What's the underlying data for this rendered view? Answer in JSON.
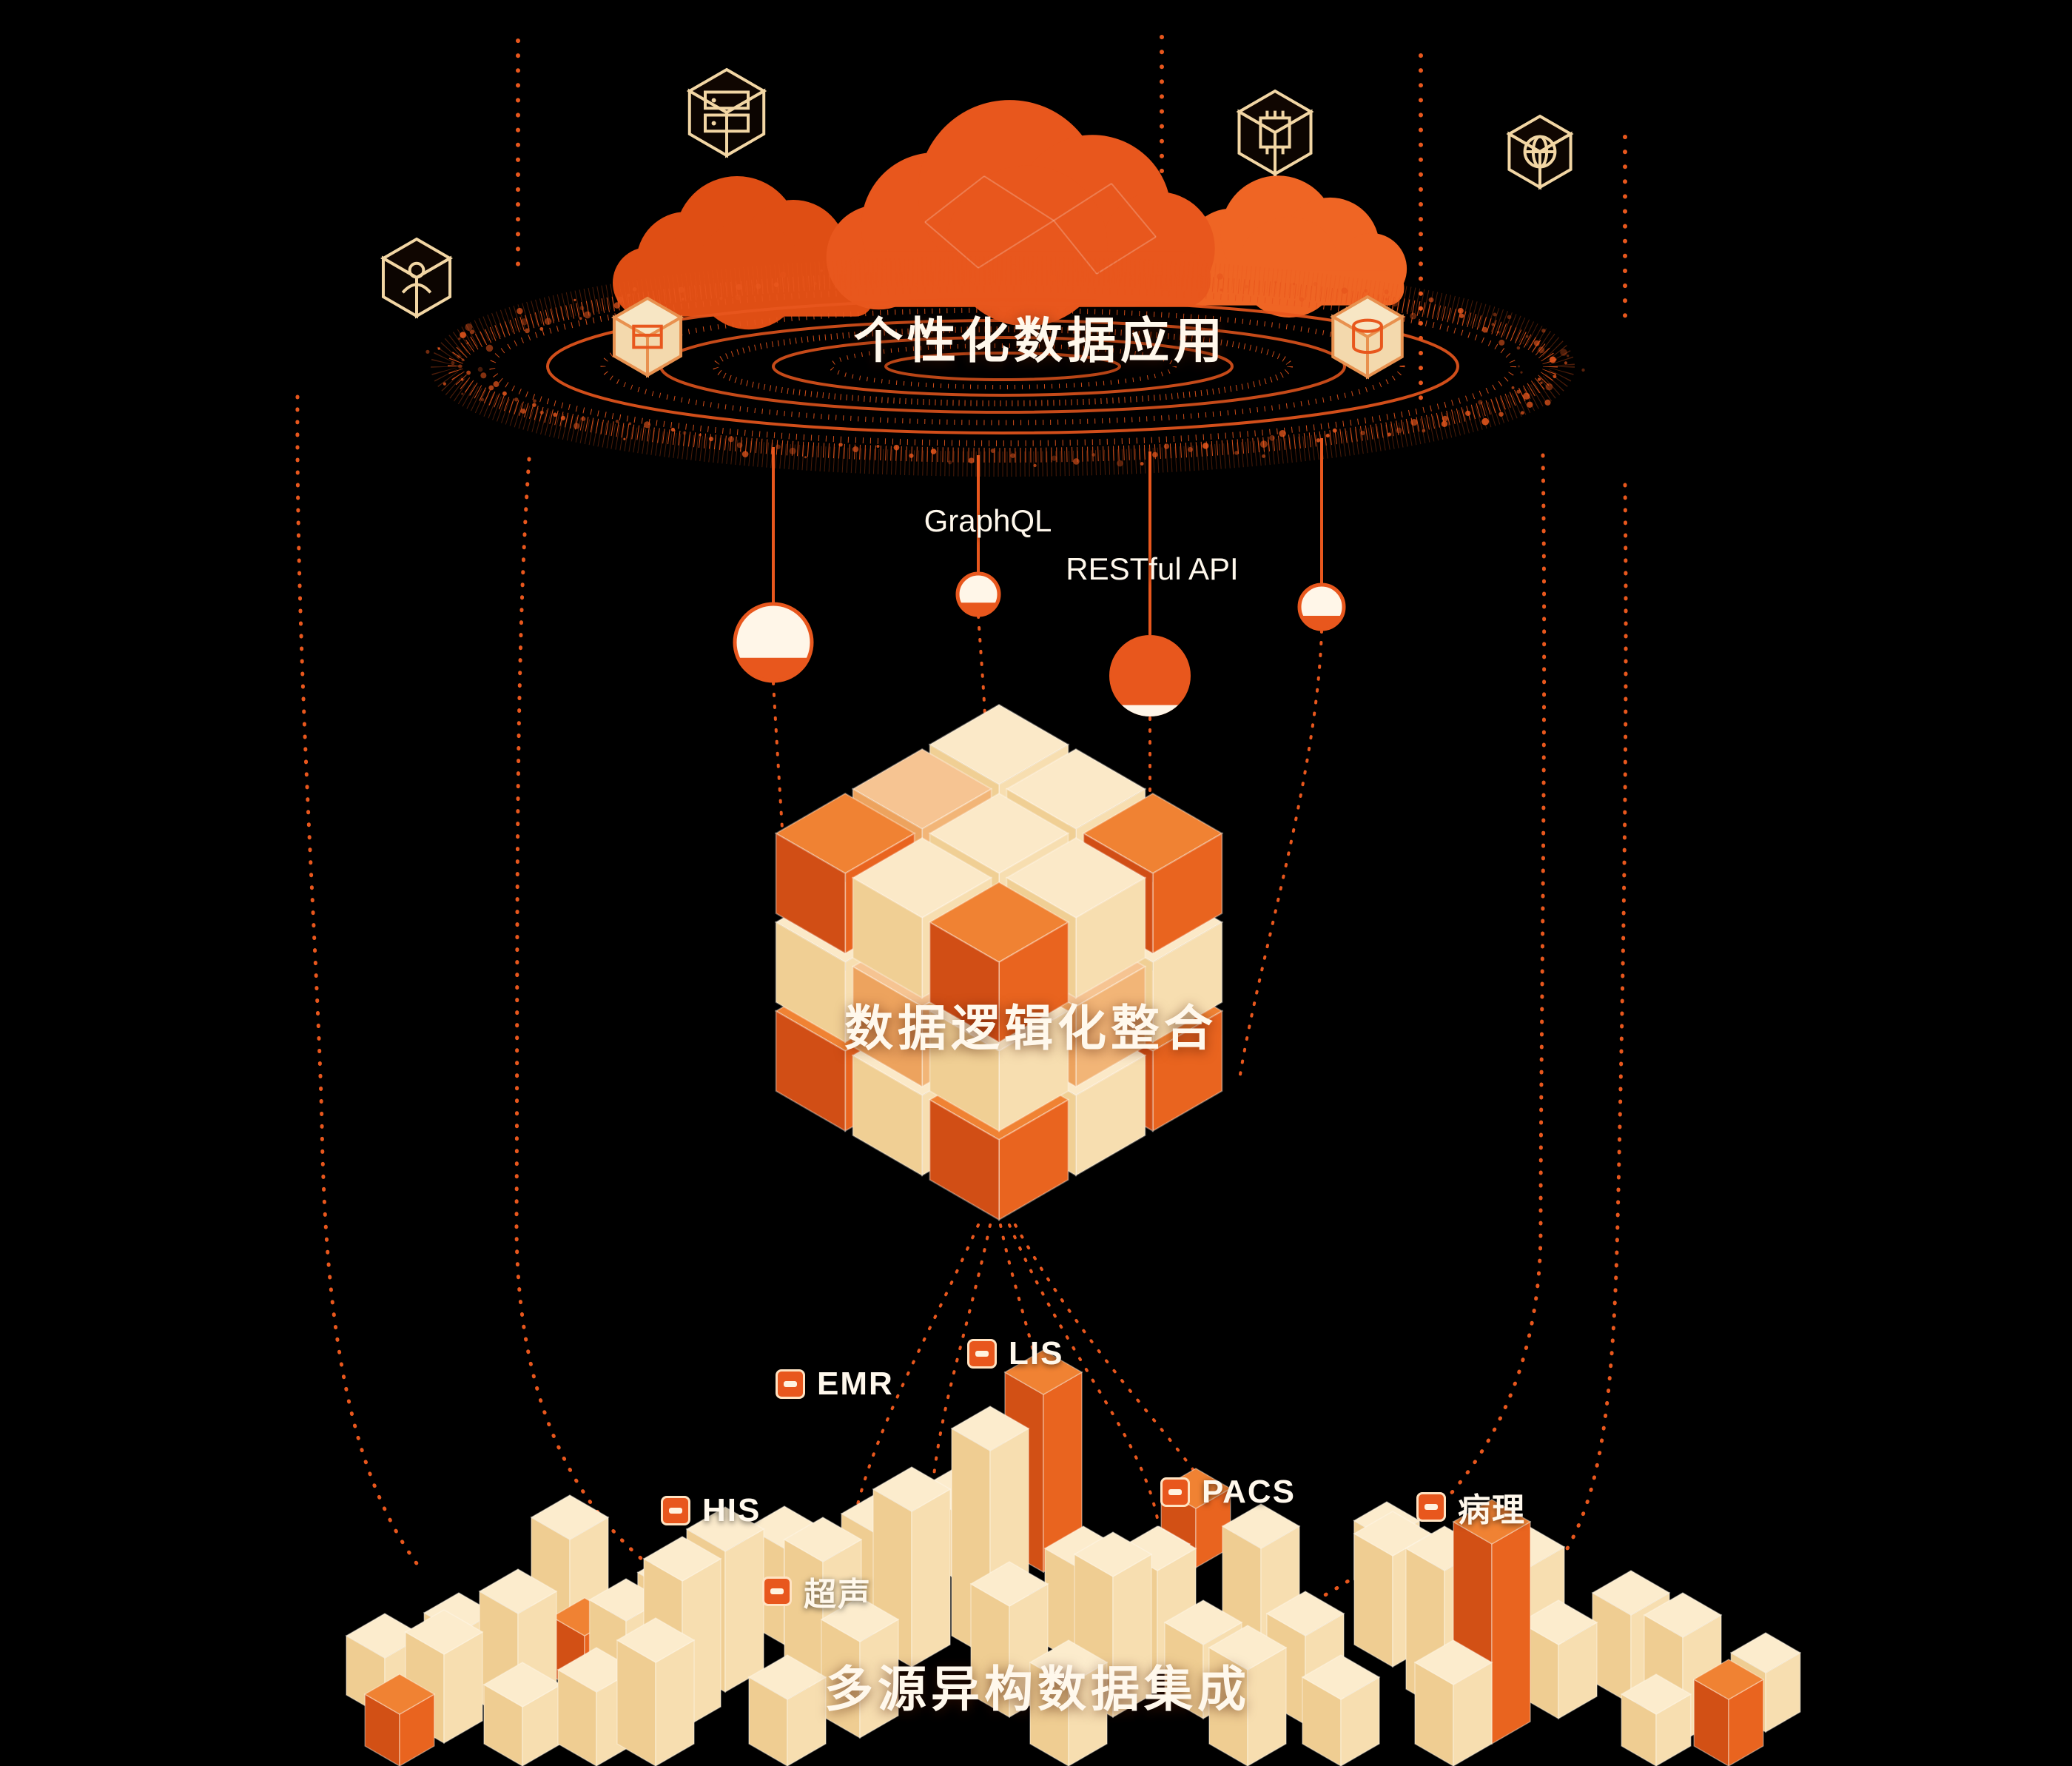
{
  "colors": {
    "background": "#000000",
    "accent": "#e8571d",
    "accent_deep": "#d14e15",
    "accent_bright": "#f08233",
    "cream": "#f7deb0",
    "cream_light": "#fbe9c8",
    "cream_dark": "#f0cf94",
    "white": "#fff8ec"
  },
  "layers": {
    "application": {
      "title": "个性化数据应用"
    },
    "integration": {
      "title": "数据逻辑化整合"
    },
    "sources": {
      "title": "多源异构数据集成"
    }
  },
  "api_interfaces": [
    {
      "label": "GraphQL"
    },
    {
      "label": "RESTful API"
    }
  ],
  "data_sources": [
    {
      "label": "LIS"
    },
    {
      "label": "EMR"
    },
    {
      "label": "HIS"
    },
    {
      "label": "PACS"
    },
    {
      "label": "病理"
    },
    {
      "label": "超声"
    }
  ],
  "icons": [
    {
      "name": "server-cube-icon",
      "glyph": "server"
    },
    {
      "name": "chip-cube-icon",
      "glyph": "chip"
    },
    {
      "name": "network-cube-icon",
      "glyph": "network"
    },
    {
      "name": "user-cube-icon",
      "glyph": "user"
    },
    {
      "name": "storage-cube-icon",
      "glyph": "storage"
    },
    {
      "name": "database-cube-icon",
      "glyph": "database"
    }
  ]
}
